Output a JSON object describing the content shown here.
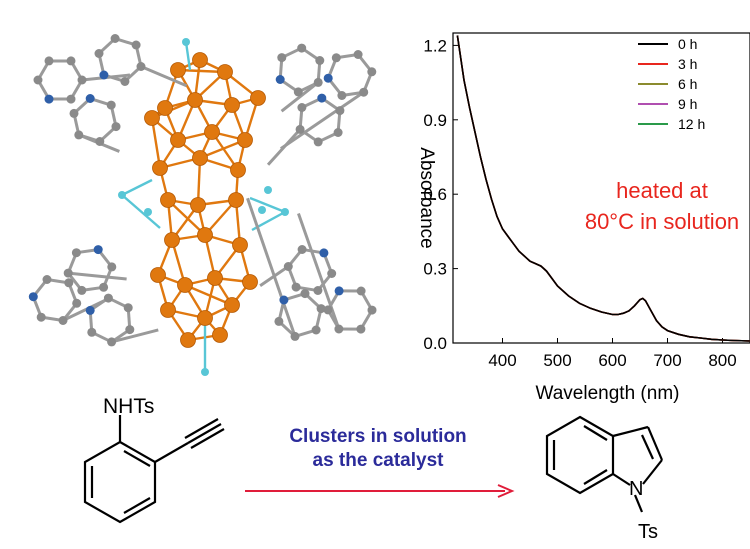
{
  "chart_data": {
    "type": "line",
    "xlabel": "Wavelength (nm)",
    "ylabel": "Absorbance",
    "xlim": [
      310,
      850
    ],
    "ylim": [
      0,
      1.25
    ],
    "xticks": [
      "400",
      "500",
      "600",
      "700",
      "800"
    ],
    "yticks": [
      "0.0",
      "0.3",
      "0.6",
      "0.9",
      "1.2"
    ],
    "annotation": [
      "heated at",
      "80°C in solution"
    ],
    "legend_position": "top-right",
    "x": [
      318,
      330,
      340,
      350,
      360,
      370,
      380,
      390,
      400,
      410,
      420,
      430,
      440,
      450,
      460,
      470,
      480,
      490,
      500,
      520,
      540,
      560,
      580,
      600,
      610,
      620,
      630,
      640,
      650,
      655,
      660,
      670,
      680,
      690,
      700,
      720,
      740,
      760,
      780,
      800,
      820,
      850
    ],
    "series": [
      {
        "name": "0 h",
        "color": "#000000",
        "values": [
          1.24,
          1.06,
          0.95,
          0.85,
          0.75,
          0.66,
          0.58,
          0.51,
          0.46,
          0.43,
          0.4,
          0.37,
          0.35,
          0.33,
          0.32,
          0.31,
          0.29,
          0.26,
          0.23,
          0.19,
          0.16,
          0.14,
          0.125,
          0.115,
          0.115,
          0.12,
          0.13,
          0.15,
          0.175,
          0.18,
          0.17,
          0.13,
          0.09,
          0.065,
          0.05,
          0.035,
          0.025,
          0.02,
          0.015,
          0.012,
          0.01,
          0.008
        ]
      },
      {
        "name": "3 h",
        "color": "#e8261e",
        "values": [
          1.24,
          1.06,
          0.95,
          0.85,
          0.75,
          0.66,
          0.58,
          0.51,
          0.46,
          0.43,
          0.4,
          0.37,
          0.35,
          0.33,
          0.32,
          0.31,
          0.29,
          0.26,
          0.23,
          0.19,
          0.16,
          0.14,
          0.125,
          0.115,
          0.115,
          0.12,
          0.13,
          0.15,
          0.175,
          0.18,
          0.17,
          0.13,
          0.09,
          0.065,
          0.05,
          0.035,
          0.025,
          0.02,
          0.015,
          0.012,
          0.01,
          0.008
        ]
      },
      {
        "name": "6 h",
        "color": "#8b8b2e",
        "values": [
          1.24,
          1.06,
          0.95,
          0.85,
          0.75,
          0.66,
          0.58,
          0.51,
          0.46,
          0.43,
          0.4,
          0.37,
          0.35,
          0.33,
          0.32,
          0.31,
          0.29,
          0.26,
          0.23,
          0.19,
          0.16,
          0.14,
          0.125,
          0.115,
          0.115,
          0.12,
          0.13,
          0.15,
          0.175,
          0.18,
          0.17,
          0.13,
          0.09,
          0.065,
          0.05,
          0.035,
          0.025,
          0.02,
          0.015,
          0.012,
          0.01,
          0.008
        ]
      },
      {
        "name": "9 h",
        "color": "#b04fb0",
        "values": [
          1.24,
          1.06,
          0.95,
          0.85,
          0.75,
          0.66,
          0.58,
          0.51,
          0.46,
          0.43,
          0.4,
          0.37,
          0.35,
          0.33,
          0.32,
          0.31,
          0.29,
          0.26,
          0.23,
          0.19,
          0.16,
          0.14,
          0.125,
          0.115,
          0.115,
          0.12,
          0.13,
          0.15,
          0.175,
          0.18,
          0.17,
          0.13,
          0.09,
          0.065,
          0.05,
          0.035,
          0.025,
          0.02,
          0.015,
          0.012,
          0.01,
          0.008
        ]
      },
      {
        "name": "12 h",
        "color": "#2a9a4a",
        "values": [
          1.24,
          1.06,
          0.95,
          0.85,
          0.75,
          0.66,
          0.58,
          0.51,
          0.46,
          0.43,
          0.4,
          0.37,
          0.35,
          0.33,
          0.32,
          0.31,
          0.29,
          0.26,
          0.23,
          0.19,
          0.16,
          0.14,
          0.125,
          0.115,
          0.115,
          0.12,
          0.13,
          0.15,
          0.175,
          0.18,
          0.17,
          0.13,
          0.09,
          0.065,
          0.05,
          0.035,
          0.025,
          0.02,
          0.015,
          0.012,
          0.01,
          0.008
        ]
      }
    ]
  },
  "scheme": {
    "reactant_group": "NHTs",
    "arrow_text": [
      "Clusters in solution",
      "as the catalyst"
    ],
    "product_n": "N",
    "product_ts": "Ts",
    "arrow_color": "#e01d3a",
    "text_color": "#2b2b9a"
  },
  "colors": {
    "metal": "#e0780f",
    "ligand": "#8a8a8a",
    "nitrogen": "#2f5fa8",
    "halide": "#58c6d6",
    "annotation": "#e8261e"
  }
}
